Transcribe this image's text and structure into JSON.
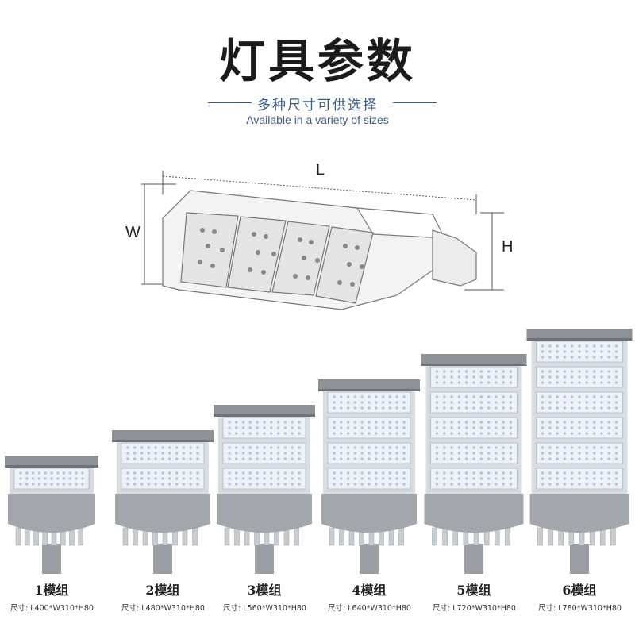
{
  "header": {
    "title": "灯具参数",
    "subtitle_zh": "多种尺寸可供选择",
    "subtitle_en": "Available in a variety of sizes",
    "accent_color": "#3c5a86"
  },
  "diagram": {
    "length_label": "L",
    "width_label": "W",
    "height_label": "H"
  },
  "models": [
    {
      "module_label": "1模组",
      "size_label": "尺寸: L400*W310*H80",
      "modules": 1
    },
    {
      "module_label": "2模组",
      "size_label": "尺寸: L480*W310*H80",
      "modules": 2
    },
    {
      "module_label": "3模组",
      "size_label": "尺寸: L560*W310*H80",
      "modules": 3
    },
    {
      "module_label": "4模组",
      "size_label": "尺寸: L640*W310*H80",
      "modules": 4
    },
    {
      "module_label": "5模组",
      "size_label": "尺寸: L720*W310*H80",
      "modules": 5
    },
    {
      "module_label": "6模组",
      "size_label": "尺寸: L780*W310*H80",
      "modules": 6
    }
  ]
}
